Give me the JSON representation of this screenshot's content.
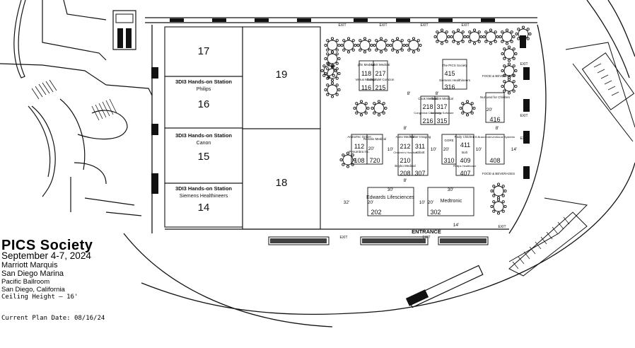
{
  "event": {
    "title": "PICS Society",
    "dates": "September 4-7, 2024",
    "venue_lines": [
      "Marriott Marquis",
      "San Diego Marina",
      "Pacific Ballroom",
      "San Diego, California"
    ],
    "ceiling": "Ceiling Height — 16'",
    "plan_date": "Current Plan Date: 08/16/24"
  },
  "halls": [
    {
      "num": "17",
      "label": "",
      "sub": ""
    },
    {
      "num": "16",
      "label": "3DI3 Hands-on Station",
      "sub": "Philips"
    },
    {
      "num": "15",
      "label": "3DI3 Hands-on Station",
      "sub": "Canon"
    },
    {
      "num": "14",
      "label": "3DI3 Hands-on Station",
      "sub": "Siemens Healthineers"
    },
    {
      "num": "19",
      "label": "",
      "sub": ""
    },
    {
      "num": "18",
      "label": "",
      "sub": ""
    }
  ],
  "booths": [
    {
      "num": "118",
      "name": "pfm Medical"
    },
    {
      "num": "217",
      "name": "Merit Medical"
    },
    {
      "num": "116",
      "name": "Venus Medtech"
    },
    {
      "num": "215",
      "name": "Comp. del Corazon"
    },
    {
      "num": "415",
      "name": "The PICS Society"
    },
    {
      "num": "316",
      "name": "Siemens Healthineers"
    },
    {
      "num": "218",
      "name": "Cook Medical"
    },
    {
      "num": "317",
      "name": "Realize Medical"
    },
    {
      "num": "216",
      "name": "Congenital Cardiology"
    },
    {
      "num": "315",
      "name": "Scientific Software"
    },
    {
      "num": "416",
      "name": "Nurtured for Children"
    },
    {
      "num": "112",
      "name": "AndraTec GmbH"
    },
    {
      "num": "108",
      "name": "Penumbra Inc."
    },
    {
      "num": "720",
      "name": "Renatio Medical"
    },
    {
      "num": "212",
      "name": "Apex Medical"
    },
    {
      "num": "311",
      "name": "Turner Imaging"
    },
    {
      "num": "210",
      "name": "Children's Hospital"
    },
    {
      "num": "307",
      "name": "Abbott"
    },
    {
      "num": "208",
      "name": "Boyko Medical"
    },
    {
      "num": "310",
      "name": "GORE"
    },
    {
      "num": "411",
      "name": "Rady Children"
    },
    {
      "num": "409",
      "name": "Bolt"
    },
    {
      "num": "407",
      "name": "Philips Healthcare"
    },
    {
      "num": "408",
      "name": "B.Braun Interventional Systems"
    },
    {
      "num": "202",
      "name": "Edwards Lifesciences"
    },
    {
      "num": "302",
      "name": "Medtronic"
    }
  ],
  "signs": {
    "entrance": "ENTRANCE",
    "exit": "EXIT",
    "food": "FOOD & BEVERAGES"
  },
  "dims": [
    "8'",
    "10'",
    "20'",
    "30'",
    "32'",
    "14'"
  ]
}
